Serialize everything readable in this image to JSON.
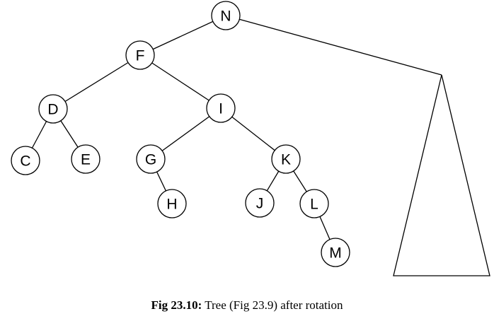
{
  "figure": {
    "nodes": [
      {
        "id": "N",
        "label": "N"
      },
      {
        "id": "F",
        "label": "F"
      },
      {
        "id": "D",
        "label": "D"
      },
      {
        "id": "I",
        "label": "I"
      },
      {
        "id": "C",
        "label": "C"
      },
      {
        "id": "E",
        "label": "E"
      },
      {
        "id": "G",
        "label": "G"
      },
      {
        "id": "K",
        "label": "K"
      },
      {
        "id": "H",
        "label": "H"
      },
      {
        "id": "J",
        "label": "J"
      },
      {
        "id": "L",
        "label": "L"
      },
      {
        "id": "M",
        "label": "M"
      }
    ],
    "edges": [
      [
        "N",
        "F"
      ],
      [
        "F",
        "D"
      ],
      [
        "F",
        "I"
      ],
      [
        "D",
        "C"
      ],
      [
        "D",
        "E"
      ],
      [
        "I",
        "G"
      ],
      [
        "I",
        "K"
      ],
      [
        "G",
        "H"
      ],
      [
        "K",
        "J"
      ],
      [
        "K",
        "L"
      ],
      [
        "L",
        "M"
      ]
    ],
    "right_subtree_of": "N"
  },
  "caption": {
    "label": "Fig 23.10:",
    "text": "Tree (Fig 23.9) after rotation"
  },
  "colors": {
    "stroke": "#000000",
    "background": "#ffffff"
  }
}
